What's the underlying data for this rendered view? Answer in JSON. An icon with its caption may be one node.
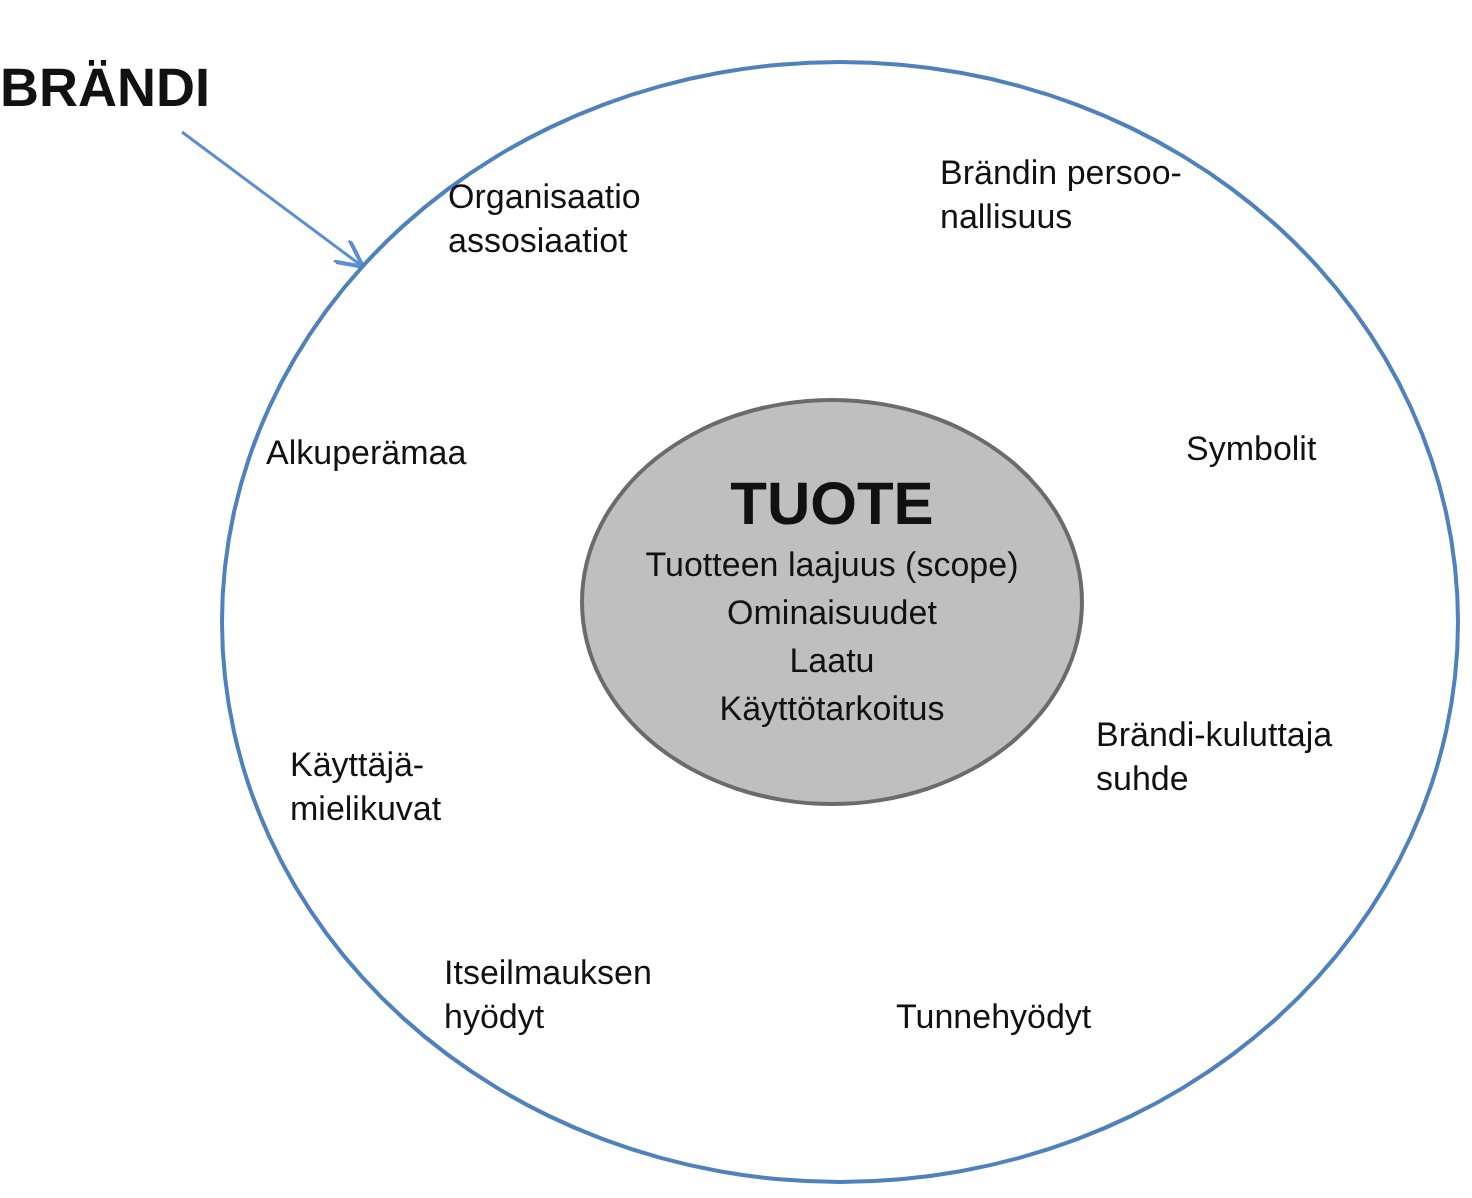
{
  "diagram": {
    "nodes": [
      {
        "text": [
          "BRÄNDI"
        ]
      },
      {
        "text": [],
        "shape": "circle"
      },
      {
        "text": [
          "TUOTE",
          "Tuotteen laajuus (scope)",
          "Ominaisuudet",
          "Laatu",
          "Käyttötarkoitus"
        ],
        "in": 1
      }
    ],
    "edges": [
      {
        "from": 0,
        "to": 1,
        "arrow": "to"
      }
    ],
    "labels": [
      "Organisaatio assosiaatiot",
      "Brändin persoo- nallisuus",
      "Alkuperämaa",
      "Symbolit",
      "Käyttäjä- mielikuvat",
      "Brändi-kuluttaja suhde",
      "Itseilmauksen hyödyt",
      "Tunnehyödyt"
    ]
  }
}
